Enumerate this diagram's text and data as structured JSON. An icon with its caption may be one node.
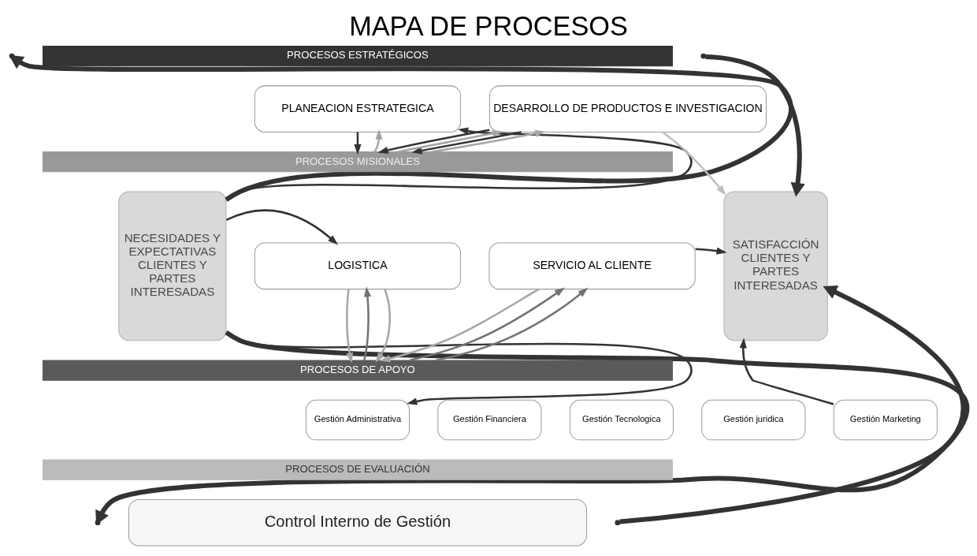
{
  "diagram": {
    "title": "MAPA DE PROCESOS",
    "nodes": [
      {
        "text": [
          "NECESIDADES Y EXPECTATIVAS CLIENTES Y PARTES INTERESADAS"
        ]
      },
      {
        "text": [
          "PROCESOS ESTRATÉGICOS"
        ]
      },
      {
        "text": [
          "PLANEACION ESTRATEGICA"
        ]
      },
      {
        "text": [
          "DESARROLLO DE PRODUCTOS E INVESTIGACION"
        ]
      },
      {
        "text": [
          "PROCESOS MISIONALES"
        ]
      },
      {
        "text": [
          "LOGISTICA"
        ]
      },
      {
        "text": [
          "SERVICIO AL CLIENTE"
        ]
      },
      {
        "text": [
          "PROCESOS DE APOYO"
        ]
      },
      {
        "text": [
          "Gestión Administrativa"
        ]
      },
      {
        "text": [
          "Gestión Financiera"
        ]
      },
      {
        "text": [
          "Gestión Tecnologica"
        ]
      },
      {
        "text": [
          "Gestión juridica"
        ]
      },
      {
        "text": [
          "Gestión Marketing"
        ]
      },
      {
        "text": [
          "PROCESOS DE EVALUACIÓN"
        ]
      },
      {
        "text": [
          "Control Interno de Gestión"
        ]
      },
      {
        "text": [
          "SATISFACCIÓN CLIENTES Y PARTES INTERESADAS"
        ]
      }
    ],
    "edges": [
      {
        "from": 0,
        "to": null,
        "arrow": "to",
        "style": "thick"
      },
      {
        "from": null,
        "to": 15,
        "arrow": "to",
        "style": "thick"
      },
      {
        "from": 0,
        "to": 2,
        "arrow": "to"
      },
      {
        "from": 0,
        "to": 5,
        "arrow": "to"
      },
      {
        "from": 0,
        "to": 8,
        "arrow": "to"
      },
      {
        "from": 0,
        "to": null,
        "arrow": "to",
        "style": "thick"
      },
      {
        "from": 2,
        "to": 4,
        "arrow": "to"
      },
      {
        "from": 4,
        "to": 2,
        "arrow": "to",
        "color": "#a6a6a6"
      },
      {
        "from": 3,
        "to": 4,
        "arrow": "to"
      },
      {
        "from": 4,
        "to": 3,
        "arrow": "to",
        "color": "#a6a6a6"
      },
      {
        "from": 3,
        "to": 4,
        "arrow": "to"
      },
      {
        "from": 4,
        "to": 3,
        "arrow": "to",
        "color": "#a6a6a6"
      },
      {
        "from": 5,
        "to": 7,
        "arrow": "to",
        "color": "#a6a6a6"
      },
      {
        "from": 7,
        "to": 5,
        "arrow": "to",
        "color": "#737373"
      },
      {
        "from": 5,
        "to": 7,
        "arrow": "to",
        "color": "#a6a6a6"
      },
      {
        "from": 7,
        "to": 6,
        "arrow": "to",
        "color": "#737373"
      },
      {
        "from": 6,
        "to": 7,
        "arrow": "to",
        "color": "#a6a6a6"
      },
      {
        "from": 7,
        "to": 6,
        "arrow": "to",
        "color": "#737373"
      },
      {
        "from": 3,
        "to": 15,
        "arrow": "to",
        "color": "#bfbfbf"
      },
      {
        "from": 6,
        "to": 15,
        "arrow": "to"
      },
      {
        "from": 12,
        "to": 15,
        "arrow": "to"
      },
      {
        "from": null,
        "to": 15,
        "arrow": "to",
        "style": "thick"
      }
    ]
  }
}
